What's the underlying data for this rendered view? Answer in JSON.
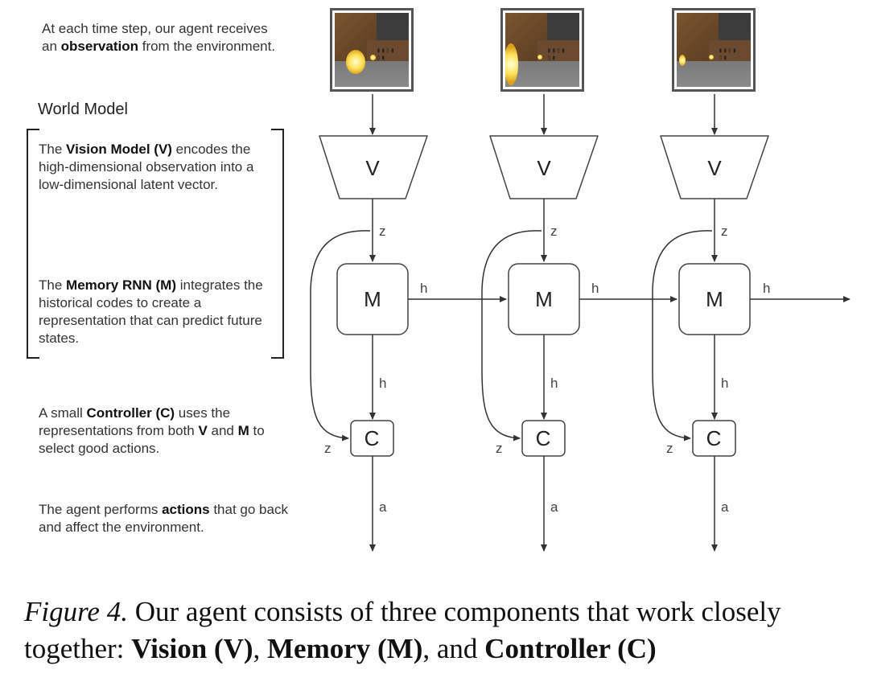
{
  "intro": {
    "pre": "At each time step, our agent receives an ",
    "bold": "observation",
    "post": " from the environment."
  },
  "world_model_title": "World Model",
  "vision_desc": {
    "pre": "The ",
    "bold": "Vision Model (V)",
    "post": " encodes the high-dimensional observation into a low-dimensional latent vector."
  },
  "memory_desc": {
    "pre": "The ",
    "bold": "Memory RNN (M)",
    "post": " integrates the historical codes to create a representation that can predict future states."
  },
  "controller_desc": {
    "pre": "A small ",
    "bold": "Controller (C)",
    "post": " uses the representations from both ",
    "bold2": "V",
    "mid": " and ",
    "bold3": "M",
    "post2": " to select good actions."
  },
  "action_desc": {
    "pre": "The agent performs ",
    "bold": "actions",
    "post": " that go back and affect the environment."
  },
  "nodes": {
    "v": "V",
    "m": "M",
    "c": "C"
  },
  "edges": {
    "z": "z",
    "h": "h",
    "a": "a"
  },
  "caption": {
    "fig": "Figure 4.",
    "text1": " Our agent consists of three components that work closely together: ",
    "b1": "Vision (V)",
    "sep1": ", ",
    "b2": "Memory (M)",
    "sep2": ", and ",
    "b3": "Controller (C)"
  },
  "colors": {
    "line": "#333333",
    "box_stroke": "#444444"
  }
}
